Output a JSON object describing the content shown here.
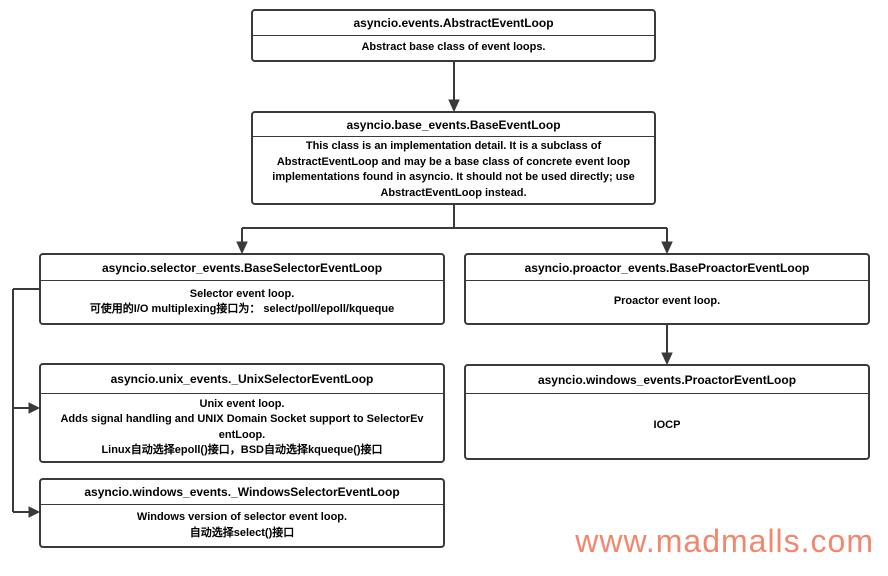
{
  "diagram": {
    "line_color": "#3a3a3a",
    "nodes": [
      {
        "title": "asyncio.events.AbstractEventLoop",
        "description": "Abstract base class of event loops."
      },
      {
        "title": "asyncio.base_events.BaseEventLoop",
        "description": "This class is an implementation detail. It is a subclass of\nAbstractEventLoop and may be a base class of concrete event loop\nimplementations found in asyncio. It should not be used directly; use\nAbstractEventLoop instead."
      },
      {
        "title": "asyncio.selector_events.BaseSelectorEventLoop",
        "description": "Selector event loop.\n可使用的I/O multiplexing接口为： select/poll/epoll/kqueque"
      },
      {
        "title": "asyncio.proactor_events.BaseProactorEventLoop",
        "description": "Proactor event loop."
      },
      {
        "title": "asyncio.unix_events._UnixSelectorEventLoop",
        "description": "Unix event loop.\nAdds signal handling and UNIX Domain Socket support to SelectorEv\nentLoop.\nLinux自动选择epoll()接口，BSD自动选择kqueque()接口"
      },
      {
        "title": "asyncio.windows_events.ProactorEventLoop",
        "description": "IOCP"
      },
      {
        "title": "asyncio.windows_events._WindowsSelectorEventLoop",
        "description": "Windows version of selector event loop.\n自动选择select()接口"
      }
    ],
    "watermark": {
      "text": "www.madmalls.com",
      "color": "#f4866e"
    }
  }
}
